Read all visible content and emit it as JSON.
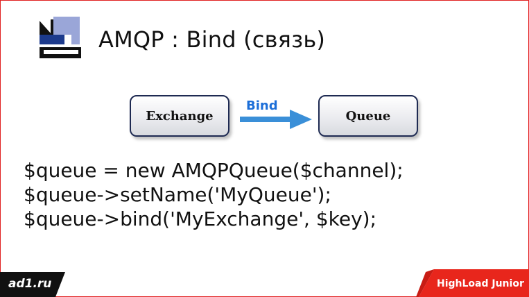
{
  "slide": {
    "title": "AMQP : Bind (связь)"
  },
  "diagram": {
    "exchange_label": "Exchange",
    "queue_label": "Queue",
    "bind_label": "Bind"
  },
  "code": {
    "lines": [
      "$queue = new AMQPQueue($channel);",
      "$queue->setName('MyQueue');",
      "$queue->bind('MyExchange', $key);"
    ]
  },
  "footer": {
    "left_logo": "ad1.ru",
    "right_brand": "HighLoad Junior"
  },
  "colors": {
    "accent_red": "#e8261c",
    "bind_blue": "#1c6ed8",
    "arrow_blue": "#3a8fd8",
    "box_border": "#1e2a52"
  }
}
